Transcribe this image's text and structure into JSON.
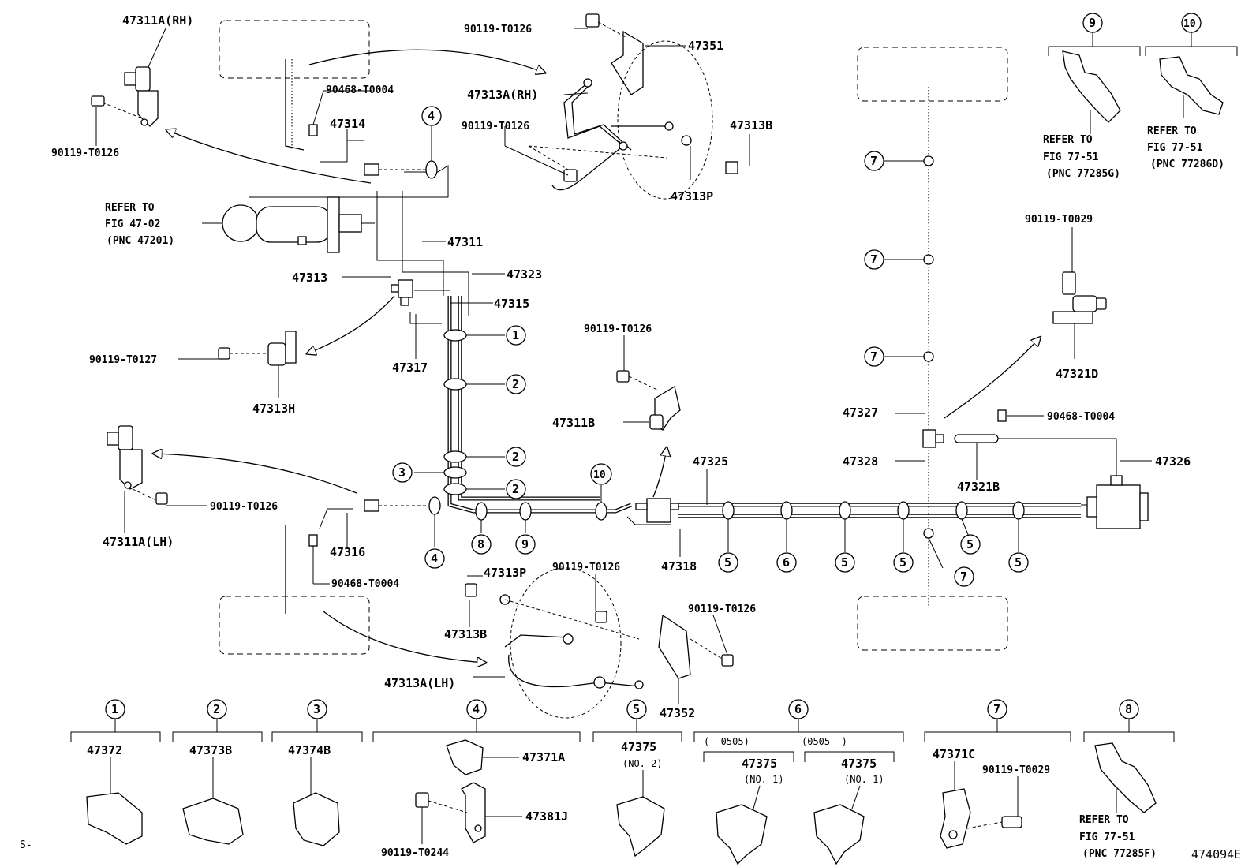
{
  "labels": {
    "p47311a_rh": "47311A(RH)",
    "p90119_t0126_a": "90119-T0126",
    "p90119_t0126_b": "90119-T0126",
    "p47351": "47351",
    "p47313a_rh": "47313A(RH)",
    "p90119_t0126_c": "90119-T0126",
    "p47313b_top": "47313B",
    "p47313p_top": "47313P",
    "p90468_t0004_a": "90468-T0004",
    "p47314": "47314",
    "refer_47_1": "REFER TO",
    "refer_47_2": "FIG 47-02",
    "refer_47_3": "(PNC 47201)",
    "p47311": "47311",
    "p47313": "47313",
    "p47323": "47323",
    "p47315": "47315",
    "p47317": "47317",
    "p90119_t0127": "90119-T0127",
    "p47313h": "47313H",
    "p90119_t0126_d": "90119-T0126",
    "p47311b": "47311B",
    "p47325": "47325",
    "p47311a_lh": "47311A(LH)",
    "p90119_t0126_e": "90119-T0126",
    "p47316": "47316",
    "p90468_t0004_b": "90468-T0004",
    "p47318": "47318",
    "p47313p_bot": "47313P",
    "p90119_t0126_f": "90119-T0126",
    "p47313b_bot": "47313B",
    "p90119_t0126_g": "90119-T0126",
    "p47313a_lh": "47313A(LH)",
    "p47352": "47352",
    "p47327": "47327",
    "p47328": "47328",
    "p47321b": "47321B",
    "p90468_t0004_c": "90468-T0004",
    "p47326": "47326",
    "p90119_t0029_a": "90119-T0029",
    "p47321d": "47321D",
    "ref9_1": "REFER TO",
    "ref9_2": "FIG 77-51",
    "ref9_3": "(PNC 77285G)",
    "ref10_1": "REFER TO",
    "ref10_2": "FIG 77-51",
    "ref10_3": "(PNC 77286D)",
    "l1_part": "47372",
    "l2_part": "47373B",
    "l3_part": "47374B",
    "l4_part_a": "47371A",
    "l4_part_b": "47381J",
    "l4_part_c": "90119-T0244",
    "l5_part": "47375",
    "l5_sub": "(NO. 2)",
    "l6_range_a": "(    -0505)",
    "l6_range_b": "(0505-      )",
    "l6_part_a": "47375",
    "l6_sub_a": "(NO. 1)",
    "l6_part_b": "47375",
    "l6_sub_b": "(NO. 1)",
    "l7_part_a": "47371C",
    "l7_part_b": "90119-T0029",
    "ref8_1": "REFER TO",
    "ref8_2": "FIG 77-51",
    "ref8_3": "(PNC 77285F)",
    "diagram_id": "474094E",
    "corner_mark": "S-"
  },
  "callouts": [
    "1",
    "2",
    "3",
    "4",
    "5",
    "6",
    "7",
    "8",
    "9",
    "10"
  ]
}
